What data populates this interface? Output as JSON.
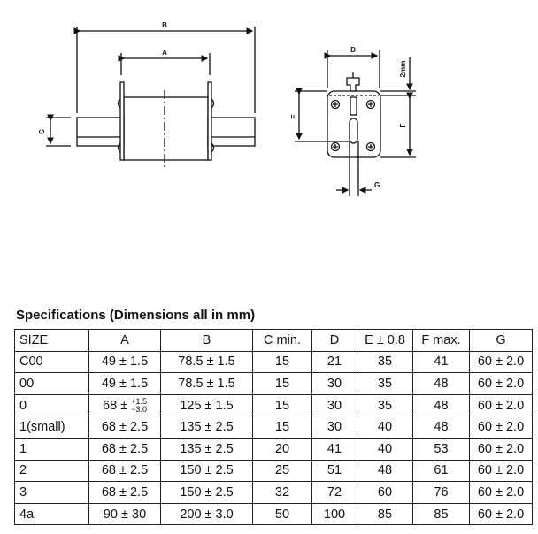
{
  "drawing": {
    "labels": {
      "a": "A",
      "b": "B",
      "c": "C",
      "d": "D",
      "e": "E",
      "f": "F",
      "g": "G",
      "gap": "2mm"
    }
  },
  "title": "Specifications (Dimensions all in mm)",
  "table": {
    "headers": [
      "SIZE",
      "A",
      "B",
      "C min.",
      "D",
      "E ± 0.8",
      "F max.",
      "G"
    ],
    "rows": [
      [
        "C00",
        "49 ± 1.5",
        "78.5 ± 1.5",
        "15",
        "21",
        "35",
        "41",
        "60 ± 2.0"
      ],
      [
        "00",
        "49 ± 1.5",
        "78.5 ± 1.5",
        "15",
        "30",
        "35",
        "48",
        "60 ± 2.0"
      ],
      [
        "0",
        "68 ± ",
        "125 ± 1.5",
        "15",
        "30",
        "35",
        "48",
        "60 ± 2.0"
      ],
      [
        "1(small)",
        "68 ± 2.5",
        "135 ± 2.5",
        "15",
        "30",
        "40",
        "48",
        "60 ± 2.0"
      ],
      [
        "1",
        "68 ± 2.5",
        "135 ± 2.5",
        "20",
        "41",
        "40",
        "53",
        "60 ± 2.0"
      ],
      [
        "2",
        "68 ± 2.5",
        "150 ± 2.5",
        "25",
        "51",
        "48",
        "61",
        "60 ± 2.0"
      ],
      [
        "3",
        "68 ± 2.5",
        "150 ± 2.5",
        "32",
        "72",
        "60",
        "76",
        "60 ± 2.0"
      ],
      [
        "4a",
        "90 ± 30",
        "200 ± 3.0",
        "50",
        "100",
        "85",
        "85",
        "60 ± 2.0"
      ]
    ],
    "row0_a_tol_plus": "+1.5",
    "row0_a_tol_minus": "−3.0"
  }
}
